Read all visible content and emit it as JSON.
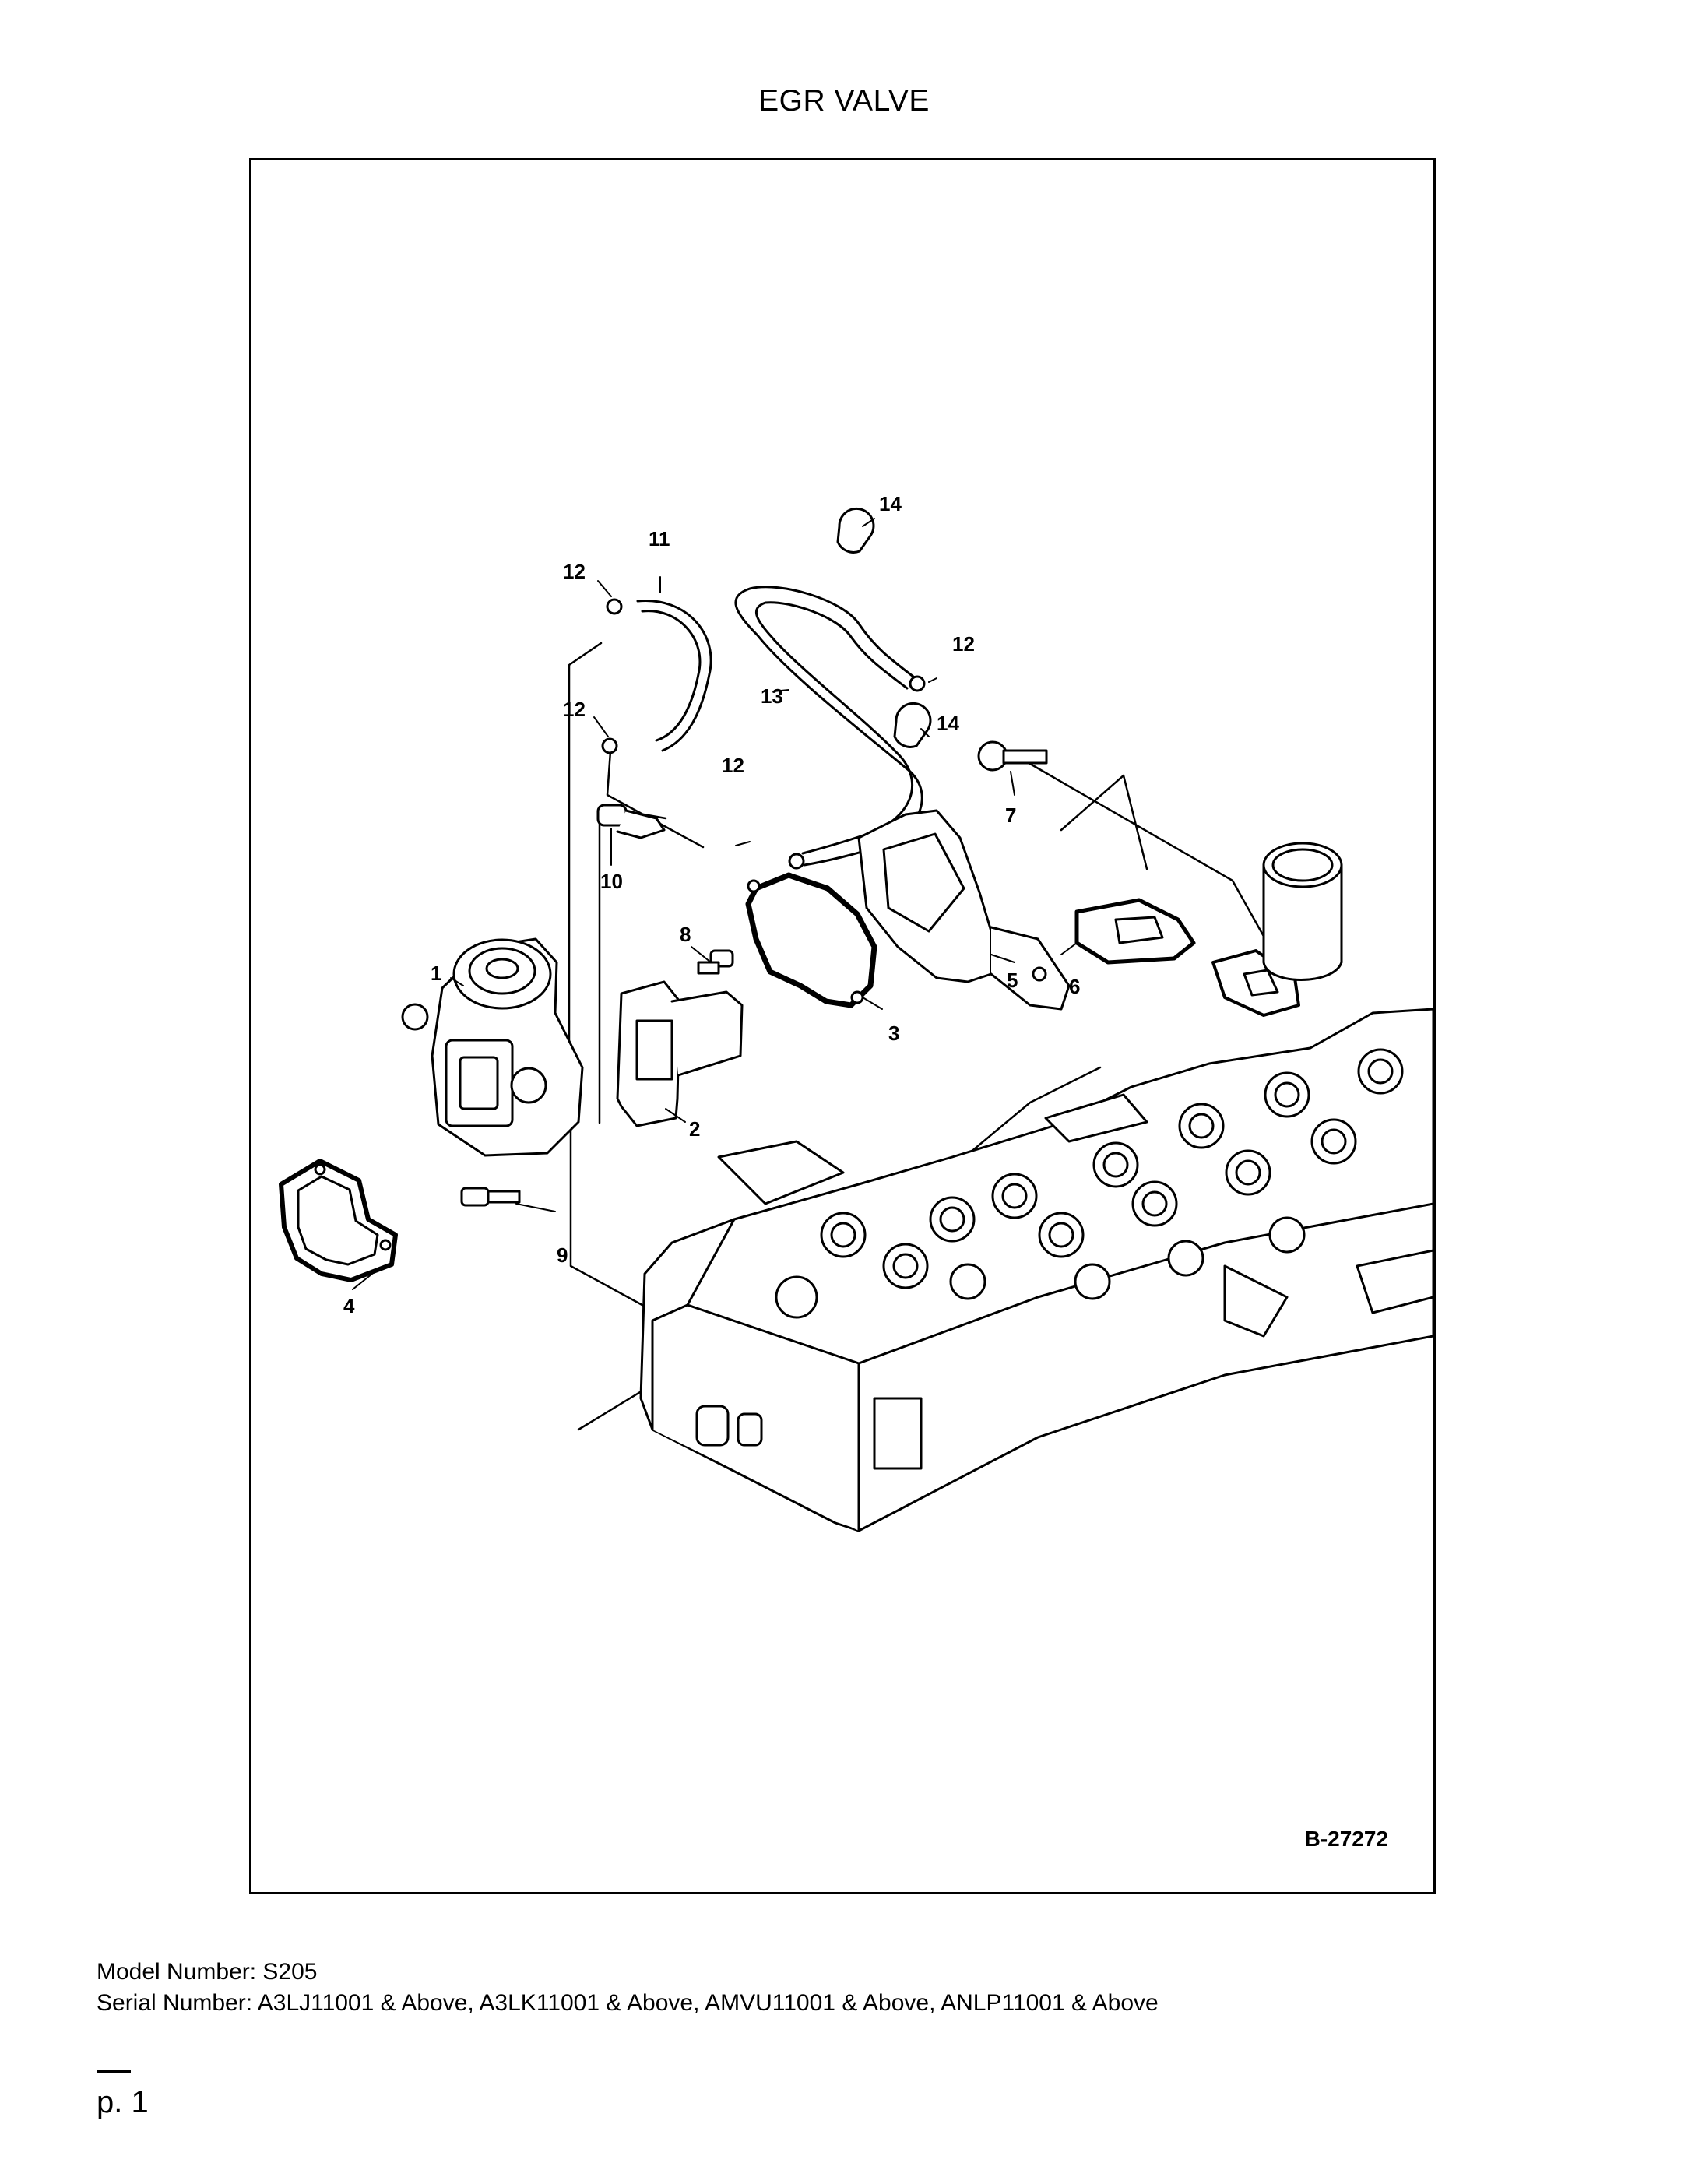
{
  "page": {
    "title": "EGR VALVE",
    "figure_id": "B-27272",
    "model_line": "Model Number: S205",
    "serial_line": "Serial Number: A3LJ11001 & Above, A3LK11001 & Above, AMVU11001 & Above, ANLP11001 & Above",
    "page_number": "p. 1"
  },
  "callouts": {
    "c1": "1",
    "c2": "2",
    "c3": "3",
    "c4": "4",
    "c5": "5",
    "c6": "6",
    "c7": "7",
    "c8": "8",
    "c9": "9",
    "c10": "10",
    "c11": "11",
    "c12a": "12",
    "c12b": "12",
    "c12c": "12",
    "c12d": "12",
    "c13": "13",
    "c14a": "14",
    "c14b": "14"
  }
}
